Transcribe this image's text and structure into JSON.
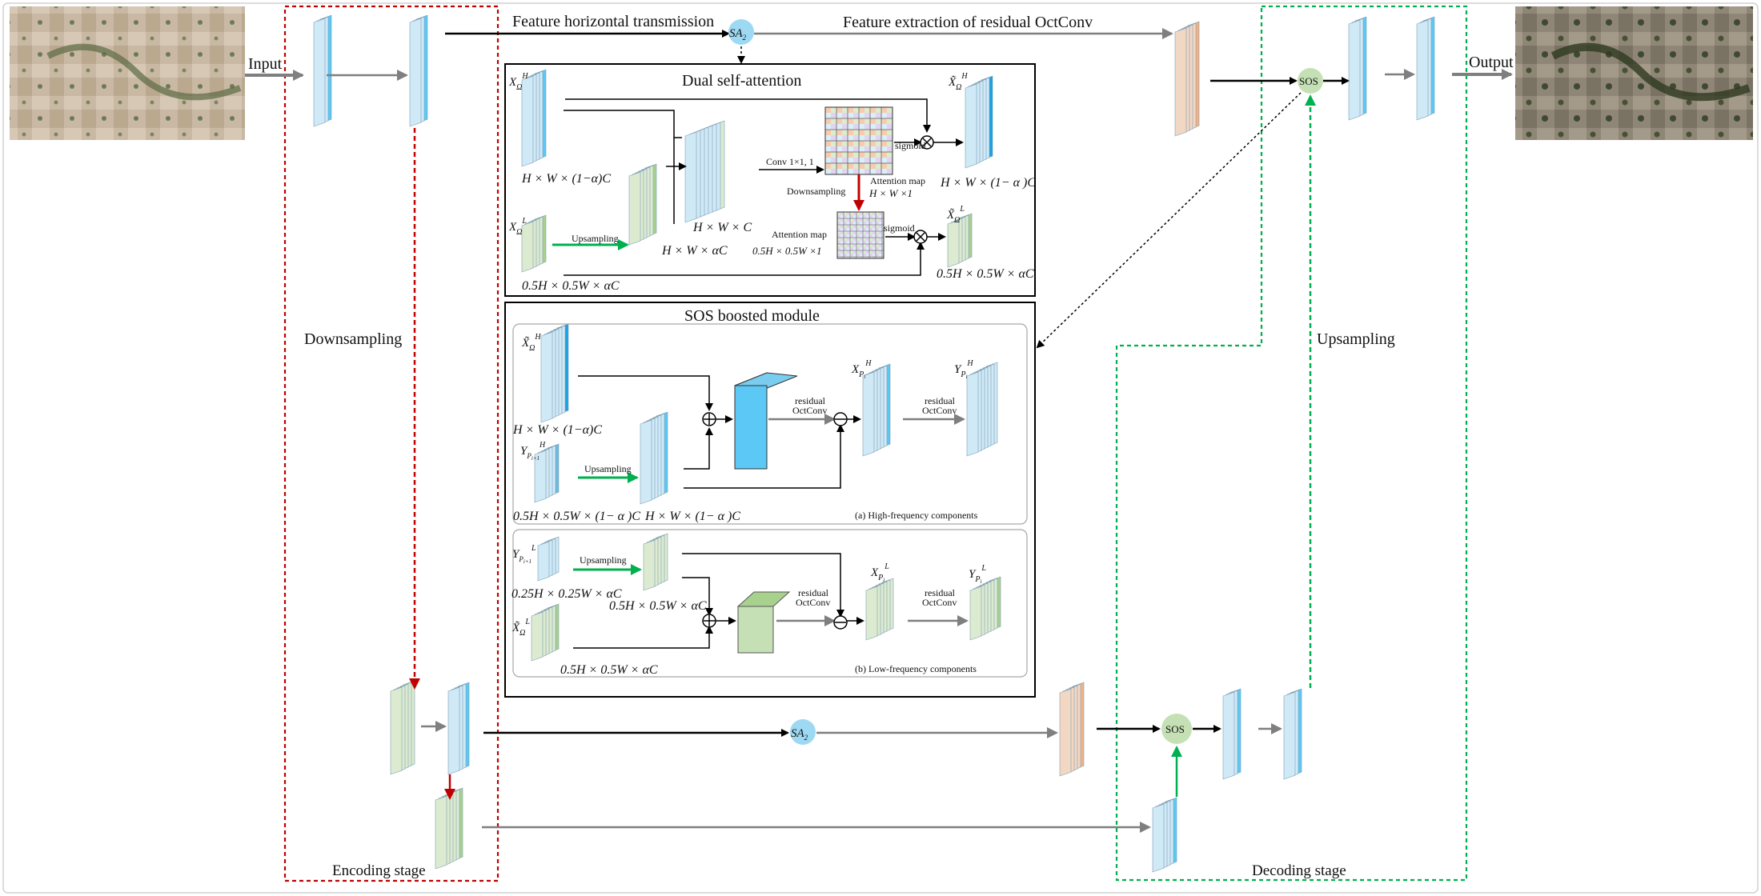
{
  "labels": {
    "input": "Input",
    "output": "Output",
    "feature_horizontal": "Feature horizontal transmission",
    "feature_extraction": "Feature extraction of residual OctConv",
    "sa2": "SA",
    "sa2_sub": "2",
    "downsampling": "Downsampling",
    "upsampling": "Upsampling",
    "encoding_stage": "Encoding stage",
    "decoding_stage": "Decoding stage",
    "sos": "SOS"
  },
  "dual_attention": {
    "title": "Dual  self-attention",
    "xh_dim": "H × W × (1−α)C",
    "concat_dim": "H × W × C",
    "conv": "Conv 1×1, 1",
    "downsampling": "Downsampling",
    "attn_map_top": "Attention map",
    "attn_map_top_dim": "H × W ×1",
    "sigmoid": "sigmoid",
    "out_h_dim": "H × W × (1− α )C",
    "upsampling": "Upsampling",
    "xl_up_dim": "H × W × αC",
    "xl_dim": "0.5H × 0.5W × αC",
    "attn_map_bottom": "Attention map",
    "attn_map_bottom_dim": "0.5H × 0.5W ×1",
    "out_l_dim": "0.5H × 0.5W × αC"
  },
  "sos_module": {
    "title": "SOS boosted module",
    "high": {
      "in_dim": "H × W × (1−α)C",
      "prev_dim": "0.5H × 0.5W × (1− α )C",
      "up_dim": "H × W × (1− α )C",
      "upsampling": "Upsampling",
      "residual": "residual",
      "octconv": "OctConv",
      "caption": "(a)  High-frequency components"
    },
    "low": {
      "prev_dim": "0.25H × 0.25W × αC",
      "up_dim": "0.5H × 0.5W × αC",
      "in_dim": "0.5H × 0.5W × αC",
      "upsampling": "Upsampling",
      "residual": "residual",
      "octconv": "OctConv",
      "caption": "(b)  Low-frequency components"
    }
  },
  "colors": {
    "blue_feature": "#5BC8F5",
    "green_feature": "#A9D18E",
    "orange_feature": "#F4B183",
    "sos_fill": "#C5E0B4",
    "sa_fill": "#9DD9F3",
    "downsample_arrow": "#C00000",
    "upsample_arrow": "#00B050",
    "encoder_border": "#C00000",
    "decoder_border": "#00B050"
  }
}
